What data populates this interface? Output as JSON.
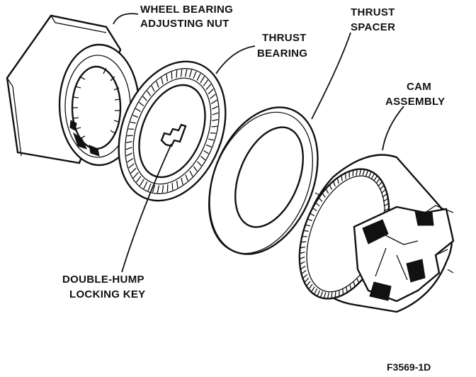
{
  "labels": {
    "wheel_bearing_line1": "WHEEL BEARING",
    "wheel_bearing_line2": "ADJUSTING NUT",
    "thrust_bearing_line1": "THRUST",
    "thrust_bearing_line2": "BEARING",
    "thrust_spacer_line1": "THRUST",
    "thrust_spacer_line2": "SPACER",
    "cam_assembly_line1": "CAM",
    "cam_assembly_line2": "ASSEMBLY",
    "locking_key_line1": "DOUBLE-HUMP",
    "locking_key_line2": "LOCKING KEY"
  },
  "figure_number": "F3569-1D"
}
